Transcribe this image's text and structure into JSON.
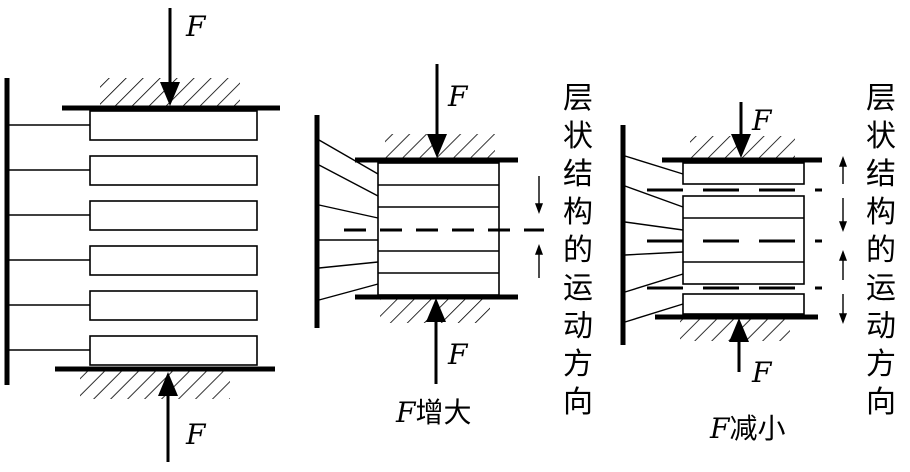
{
  "force_symbol": "F",
  "diagram_left": {
    "top_force": "F",
    "bottom_force": "F"
  },
  "diagram_middle": {
    "top_force": "F",
    "bottom_force": "F",
    "caption_symbol": "F",
    "caption_text": "增大"
  },
  "diagram_right": {
    "top_force": "F",
    "bottom_force": "F",
    "caption_symbol": "F",
    "caption_text": "减小"
  },
  "vertical_label": [
    "层",
    "状",
    "结",
    "构",
    "的",
    "运",
    "动",
    "方",
    "向"
  ]
}
